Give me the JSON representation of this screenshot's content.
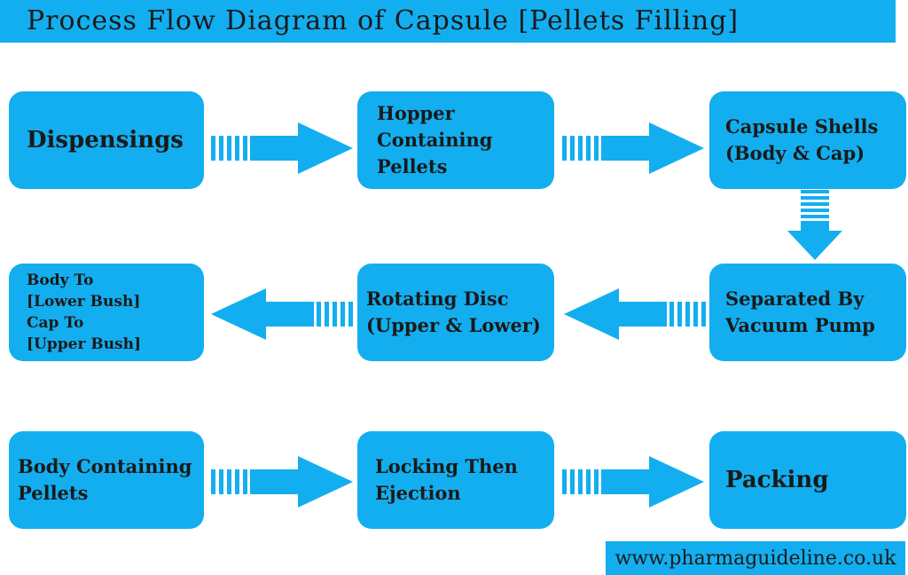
{
  "title": "Process Flow Diagram of Capsule [Pellets Filling]",
  "colors": {
    "accent": "#13aeef",
    "text": "#1a1a1a",
    "background": "#ffffff"
  },
  "steps": [
    {
      "label": "Dispensings"
    },
    {
      "label": "Hopper\nContaining\nPellets"
    },
    {
      "label": "Capsule Shells\n(Body & Cap)"
    },
    {
      "label": "Separated By\nVacuum Pump"
    },
    {
      "label": "Rotating Disc\n(Upper & Lower)"
    },
    {
      "label": "Body To\n[Lower Bush]\nCap To\n[Upper Bush]"
    },
    {
      "label": "Body Containing\nPellets"
    },
    {
      "label": "Locking Then\nEjection"
    },
    {
      "label": "Packing"
    }
  ],
  "footer": {
    "website": "www.pharmaguideline.co.uk"
  }
}
